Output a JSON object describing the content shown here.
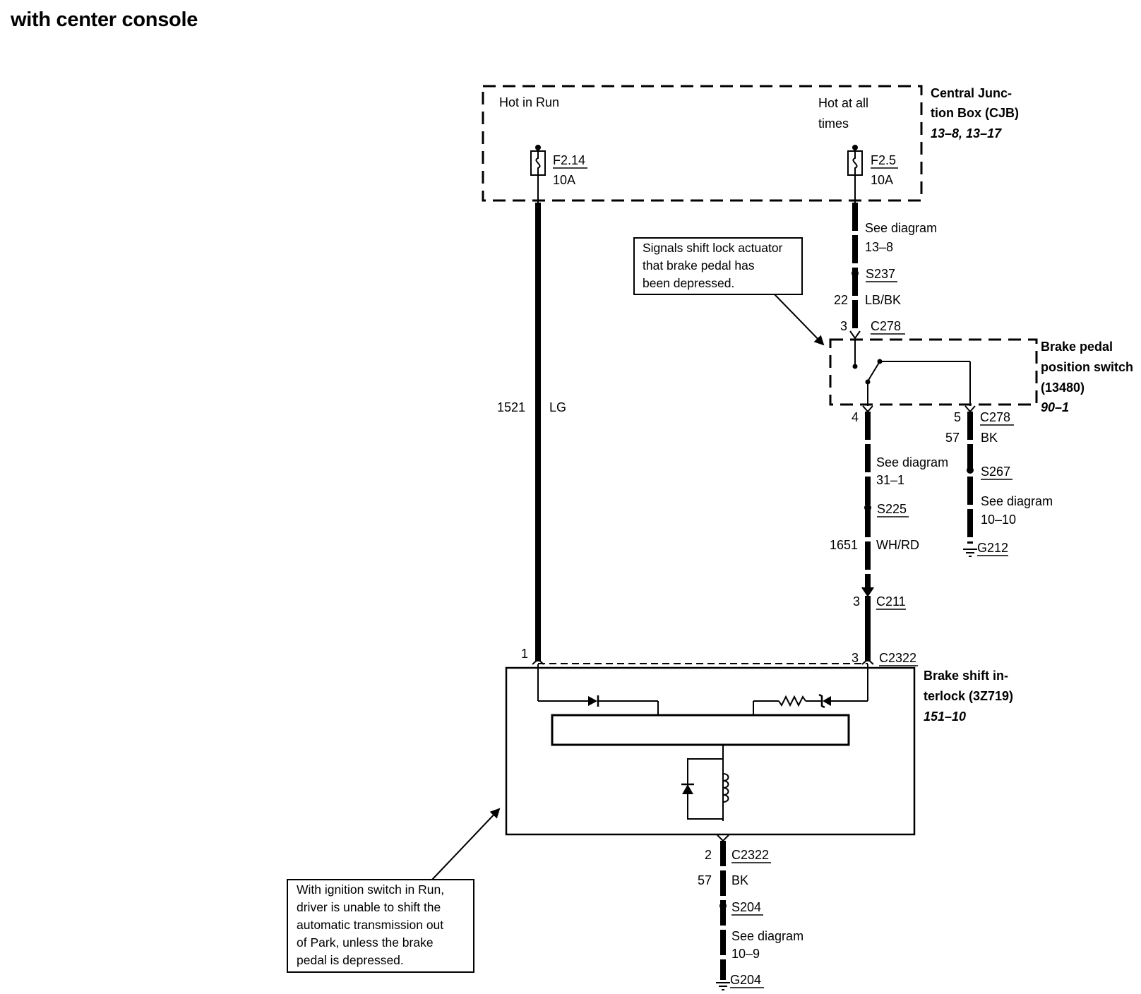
{
  "title": "with center console",
  "cjb": {
    "label_line1": "Central Junc-",
    "label_line2": "tion Box (CJB)",
    "ref": "13–8, 13–17",
    "hot_in_run": "Hot in Run",
    "hot_all_line1": "Hot at all",
    "hot_all_line2": "times",
    "fuse_left_id": "F2.14",
    "fuse_left_rating": "10A",
    "fuse_right_id": "F2.5",
    "fuse_right_rating": "10A"
  },
  "left_wire": {
    "circuit": "1521",
    "color": "LG"
  },
  "right_upper": {
    "see_line1": "See diagram",
    "see_line2": "13–8",
    "splice": "S237",
    "circuit": "22",
    "color": "LB/BK",
    "pin": "3",
    "connector": "C278"
  },
  "callout_top": {
    "line1": "Signals shift lock actuator",
    "line2": "that brake pedal has",
    "line3": "been depressed."
  },
  "bpps": {
    "label_line1": "Brake pedal",
    "label_line2": "position switch",
    "label_line3": "(13480)",
    "ref": "90–1"
  },
  "bpps_out_left": {
    "pin": "4",
    "see_line1": "See diagram",
    "see_line2": "31–1",
    "splice": "S225",
    "circuit": "1651",
    "color": "WH/RD",
    "c211_pin": "3",
    "c211": "C211"
  },
  "bpps_out_right": {
    "pin": "5",
    "connector": "C278",
    "circuit": "57",
    "color": "BK",
    "splice": "S267",
    "see_line1": "See diagram",
    "see_line2": "10–10",
    "ground": "G212"
  },
  "bsi": {
    "pin_left": "1",
    "pin_right": "3",
    "connector": "C2322",
    "label_line1": "Brake shift in-",
    "label_line2": "terlock (3Z719)",
    "ref": "151–10"
  },
  "bottom_wire": {
    "pin": "2",
    "connector": "C2322",
    "circuit": "57",
    "color": "BK",
    "splice": "S204",
    "see_line1": "See diagram",
    "see_line2": "10–9",
    "ground": "G204"
  },
  "callout_bottom": {
    "line1": "With ignition switch in Run,",
    "line2": "driver is unable to shift the",
    "line3": "automatic transmission out",
    "line4": "of Park, unless the brake",
    "line5": "pedal is depressed."
  }
}
